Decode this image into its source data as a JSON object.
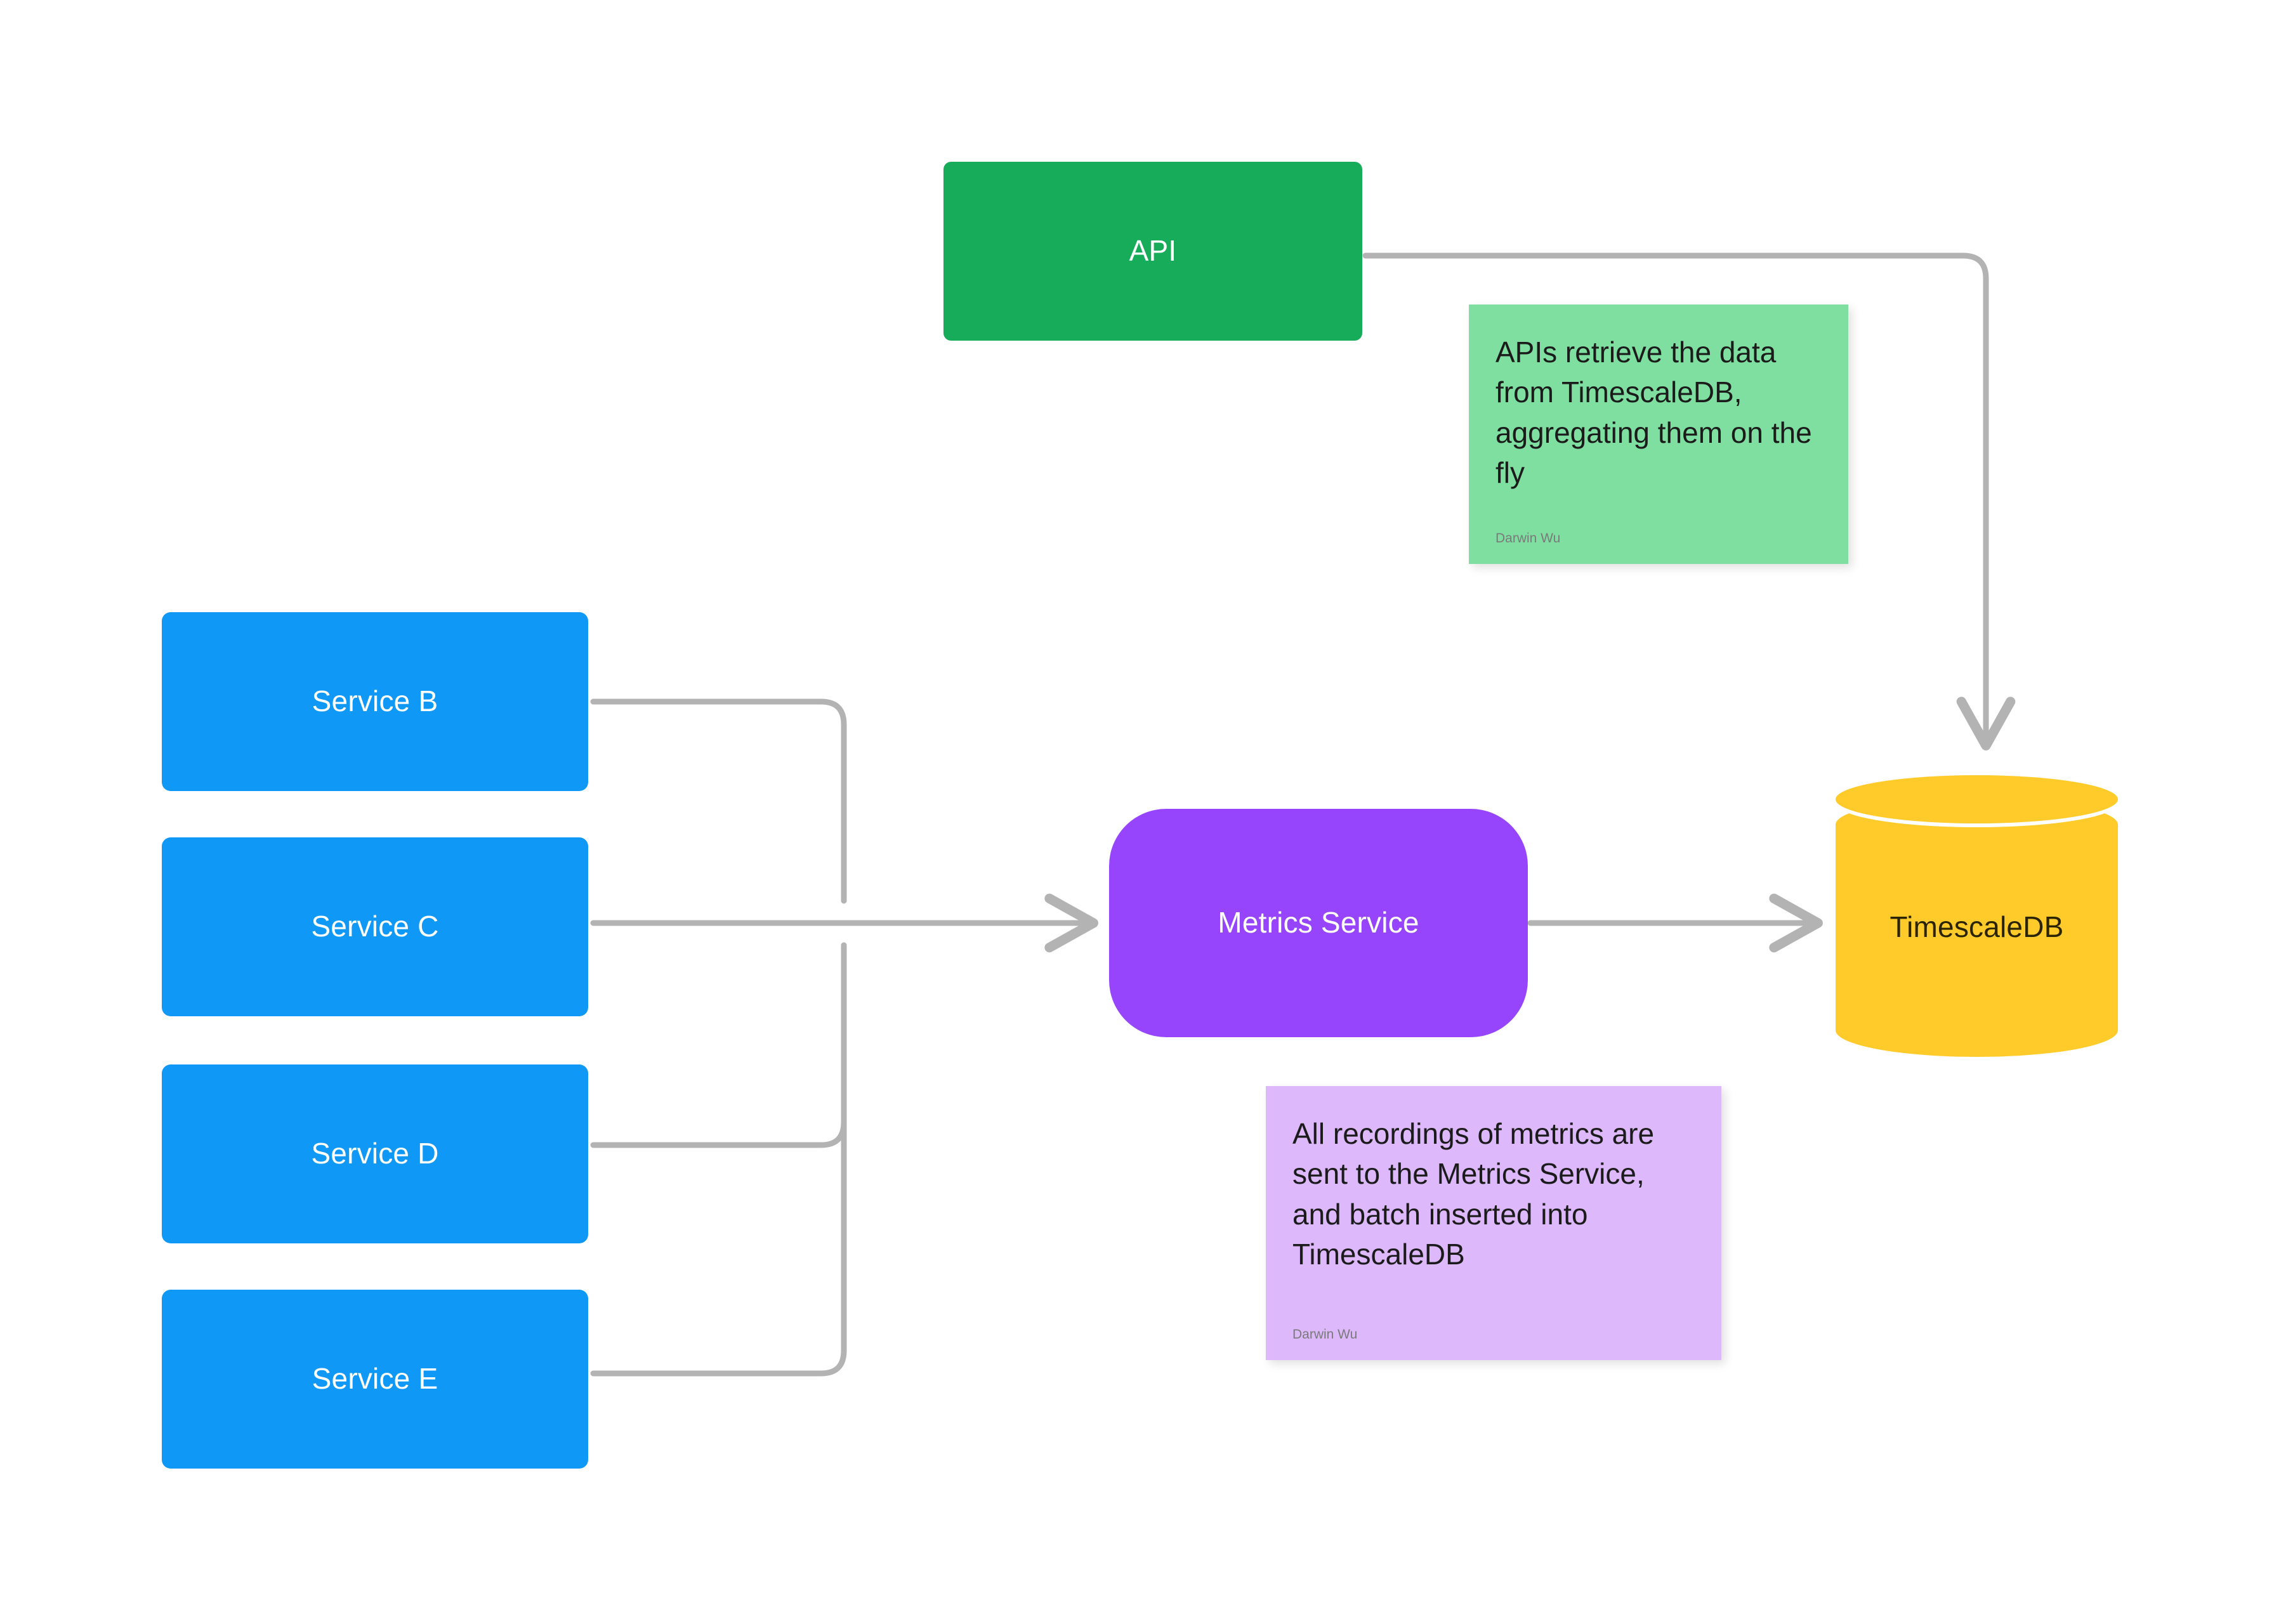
{
  "diagram": {
    "type": "architecture-flow",
    "background_color": "#FFFFFF",
    "connector_color": "#B3B3B3",
    "nodes": [
      {
        "id": "api",
        "label": "API",
        "shape": "rounded-rectangle",
        "color": "#16AC59",
        "text_color": "#FFFFFF"
      },
      {
        "id": "service_b",
        "label": "Service B",
        "shape": "rounded-rectangle",
        "color": "#1098F7",
        "text_color": "#FFFFFF"
      },
      {
        "id": "service_c",
        "label": "Service C",
        "shape": "rounded-rectangle",
        "color": "#1098F7",
        "text_color": "#FFFFFF"
      },
      {
        "id": "service_d",
        "label": "Service D",
        "shape": "rounded-rectangle",
        "color": "#1098F7",
        "text_color": "#FFFFFF"
      },
      {
        "id": "service_e",
        "label": "Service E",
        "shape": "rounded-rectangle",
        "color": "#1098F7",
        "text_color": "#FFFFFF"
      },
      {
        "id": "metrics",
        "label": "Metrics Service",
        "shape": "pill-rectangle",
        "color": "#9645FC",
        "text_color": "#FFFFFF"
      },
      {
        "id": "database",
        "label": "TimescaleDB",
        "shape": "cylinder",
        "color": "#FFCB2B",
        "text_color": "#2B2400"
      }
    ],
    "edges": [
      {
        "from": "service_b",
        "to": "metrics",
        "arrow": true
      },
      {
        "from": "service_c",
        "to": "metrics",
        "arrow": true
      },
      {
        "from": "service_d",
        "to": "metrics",
        "arrow": true
      },
      {
        "from": "service_e",
        "to": "metrics",
        "arrow": true
      },
      {
        "from": "metrics",
        "to": "database",
        "arrow": true
      },
      {
        "from": "api",
        "to": "database",
        "arrow": true
      }
    ],
    "notes": [
      {
        "id": "note_api",
        "text": "APIs retrieve the data from TimescaleDB, aggregating them on the fly",
        "author": "Darwin Wu",
        "color": "#7FDFA0",
        "text_color": "#1B1B1B"
      },
      {
        "id": "note_metrics",
        "text": "All recordings of metrics are sent to the Metrics Service, and batch inserted into TimescaleDB",
        "author": "Darwin Wu",
        "color": "#DDB8FB",
        "text_color": "#1B1B1B"
      }
    ]
  }
}
